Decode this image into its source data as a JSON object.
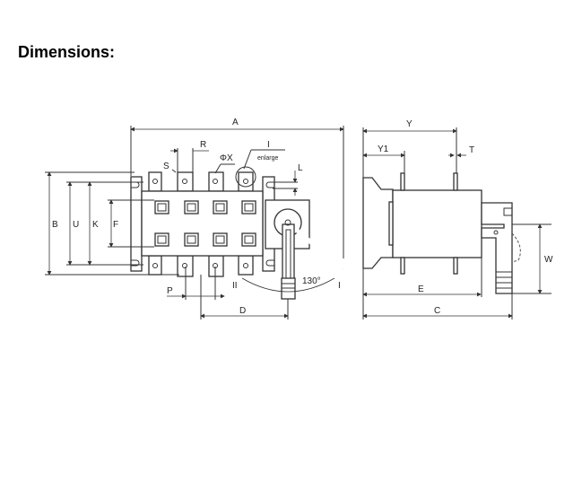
{
  "title": "Dimensions:",
  "front_view": {
    "labels": {
      "A": "A",
      "B": "B",
      "U": "U",
      "K": "K",
      "F": "F",
      "R": "R",
      "S": "S",
      "phiX": "ΦX",
      "I_top": "I",
      "enlarge": "enlarge",
      "L": "L",
      "P": "P",
      "D": "D",
      "II": "II",
      "I": "I",
      "angle": "130°"
    }
  },
  "side_view": {
    "labels": {
      "Y": "Y",
      "Y1": "Y1",
      "T": "T",
      "E": "E",
      "C": "C",
      "W": "W"
    }
  }
}
